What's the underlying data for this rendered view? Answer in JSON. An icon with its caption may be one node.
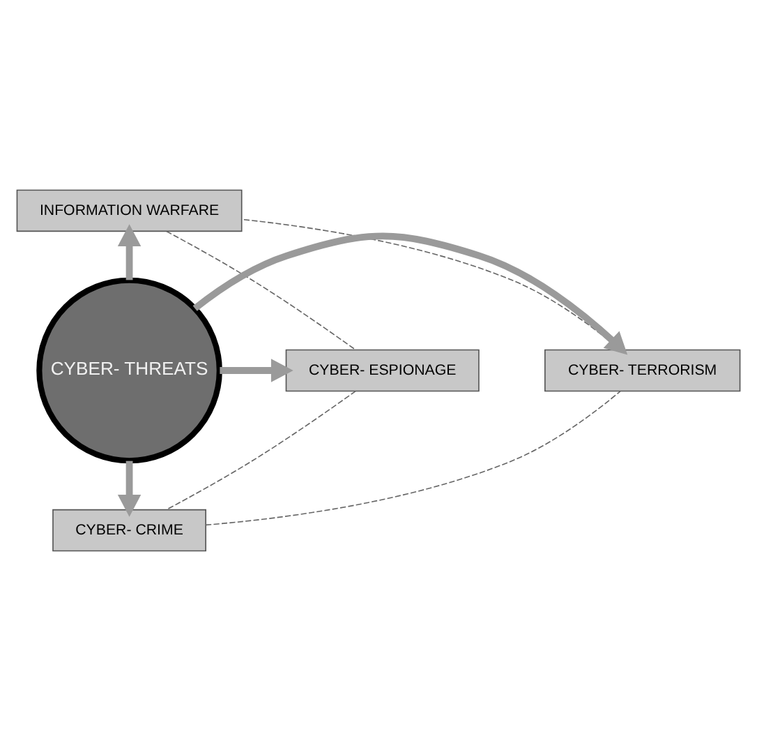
{
  "diagram": {
    "nodes": [
      {
        "text": [
          "INFORMATION WARFARE"
        ]
      },
      {
        "text": [
          "CYBER- TERRORISM"
        ]
      },
      {
        "text": [
          "CYBER- THREATS"
        ]
      },
      {
        "text": [
          "CYBER- ESPIONAGE"
        ]
      },
      {
        "text": [
          "CYBER- CRIME"
        ]
      }
    ],
    "edges": [
      {
        "from": 2,
        "to": 0,
        "arrow": "to",
        "style": "thick"
      },
      {
        "from": 2,
        "to": 1,
        "arrow": "to",
        "style": "thick"
      },
      {
        "from": 2,
        "to": 3,
        "arrow": "to",
        "style": "thick"
      },
      {
        "from": 2,
        "to": 4,
        "arrow": "to",
        "style": "thick"
      },
      {
        "from": 0,
        "to": 3,
        "arrow": "none",
        "style": "dashed"
      },
      {
        "from": 3,
        "to": 4,
        "arrow": "none",
        "style": "dashed"
      },
      {
        "from": 4,
        "to": 1,
        "arrow": "none",
        "style": "dashed"
      },
      {
        "from": 1,
        "to": 0,
        "arrow": "none",
        "style": "dashed"
      }
    ]
  }
}
